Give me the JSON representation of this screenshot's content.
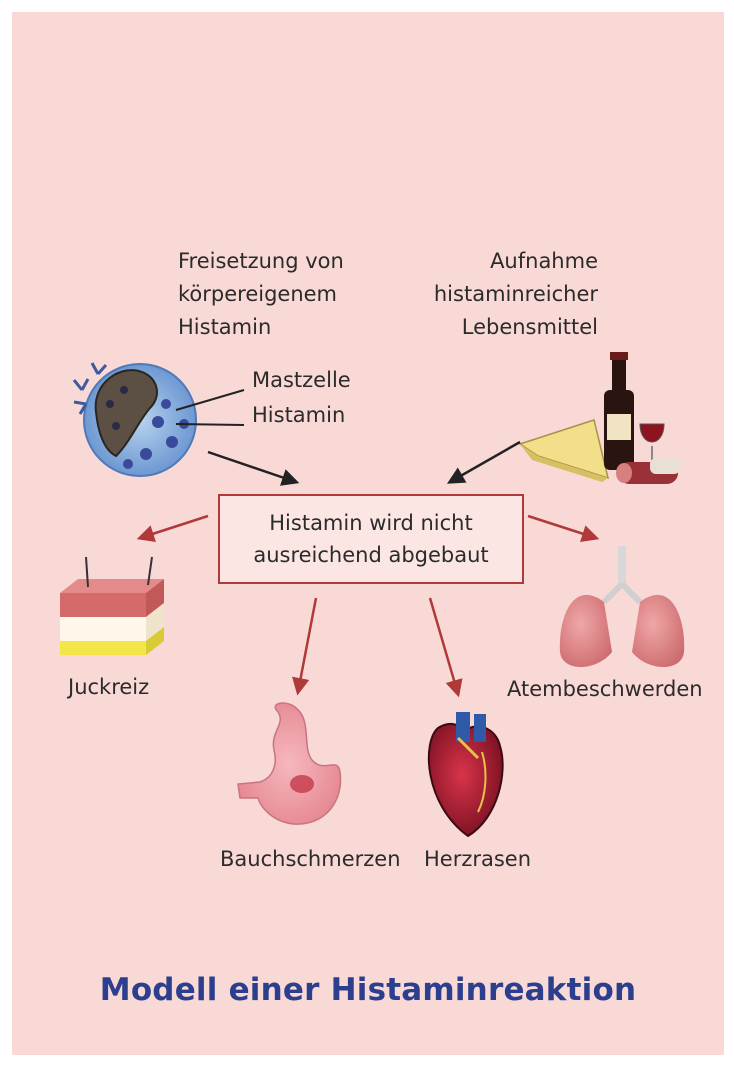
{
  "sources": {
    "endogenous": [
      "Freisetzung von",
      "körpereigenem",
      "Histamin"
    ],
    "dietary": [
      "Aufnahme",
      "histaminreicher",
      "Lebensmittel"
    ]
  },
  "cell_labels": {
    "cell": "Mastzelle",
    "histamine": "Histamin"
  },
  "center": [
    "Histamin wird nicht",
    "ausreichend abgebaut"
  ],
  "symptoms": {
    "itch": "Juckreiz",
    "breath": "Atembeschwerden",
    "stomach": "Bauchschmerzen",
    "heart": "Herzrasen"
  },
  "title": "Modell einer Histaminreaktion",
  "colors": {
    "background": "#f8d9d6",
    "arrow_black": "#222222",
    "arrow_red": "#b03a3a",
    "title": "#2b3f8e"
  },
  "icons": [
    "mast-cell-icon",
    "wine-cheese-food-icon",
    "skin-icon",
    "lungs-icon",
    "stomach-icon",
    "heart-icon"
  ]
}
